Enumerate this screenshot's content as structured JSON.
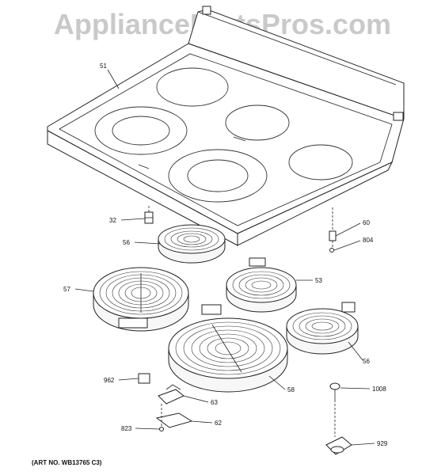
{
  "watermark": "AppliancePartsPros.com",
  "art_number": "(ART NO. WB13765 C3)",
  "callouts": {
    "c51": "51",
    "c32": "32",
    "c56a": "56",
    "c57": "57",
    "c53": "53",
    "c60": "60",
    "c804": "804",
    "c56b": "56",
    "c58": "58",
    "c962": "962",
    "c63": "63",
    "c62": "62",
    "c823": "823",
    "c1008": "1008",
    "c929": "929"
  }
}
